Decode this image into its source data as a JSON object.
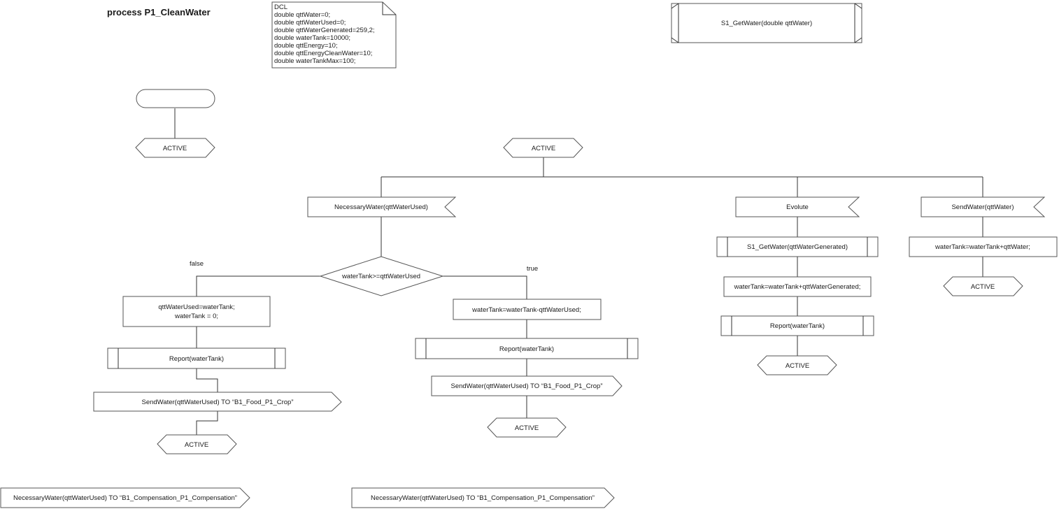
{
  "title": "process P1_CleanWater",
  "dcl": {
    "lines": [
      "DCL",
      "double qttWater=0;",
      "double qttWaterUsed=0;",
      "double qttWaterGenerated=259,2;",
      "double waterTank=10000;",
      "double qttEnergy=10;",
      "double qttEnergyCleanWater=10;",
      "double waterTankMax=100;"
    ]
  },
  "procedure_decl": "S1_GetWater(double qttWater)",
  "start": {
    "label": ""
  },
  "states": {
    "initial": "ACTIVE",
    "main": "ACTIVE",
    "false_end": "ACTIVE",
    "true_end": "ACTIVE",
    "evolute_end": "ACTIVE",
    "send_end": "ACTIVE"
  },
  "inputs": {
    "necessary": "NecessaryWater(qttWaterUsed)",
    "evolute": "Evolute",
    "send": "SendWater(qttWater)"
  },
  "decision": {
    "condition": "waterTank>=qttWaterUsed",
    "false_label": "false",
    "true_label": "true"
  },
  "tasks": {
    "false_task_line1": "qttWaterUsed=waterTank;",
    "false_task_line2": "waterTank = 0;",
    "true_task": "waterTank=waterTank-qttWaterUsed;",
    "evolute_task": "waterTank=waterTank+qttWaterGenerated;",
    "send_task": "waterTank=waterTank+qttWater;"
  },
  "calls": {
    "false_report": "Report(waterTank)",
    "true_report": "Report(waterTank)",
    "evolute_get": "S1_GetWater(qttWaterGenerated)",
    "evolute_report": "Report(waterTank)"
  },
  "outputs": {
    "false_send": "SendWater(qttWaterUsed) TO “B1_Food_P1_Crop”",
    "true_send": "SendWater(qttWaterUsed) TO “B1_Food_P1_Crop”",
    "bottom_left": "NecessaryWater(qttWaterUsed) TO “B1_Compensation_P1_Compensation”",
    "bottom_mid": "NecessaryWater(qttWaterUsed) TO “B1_Compensation_P1_Compensation”"
  }
}
